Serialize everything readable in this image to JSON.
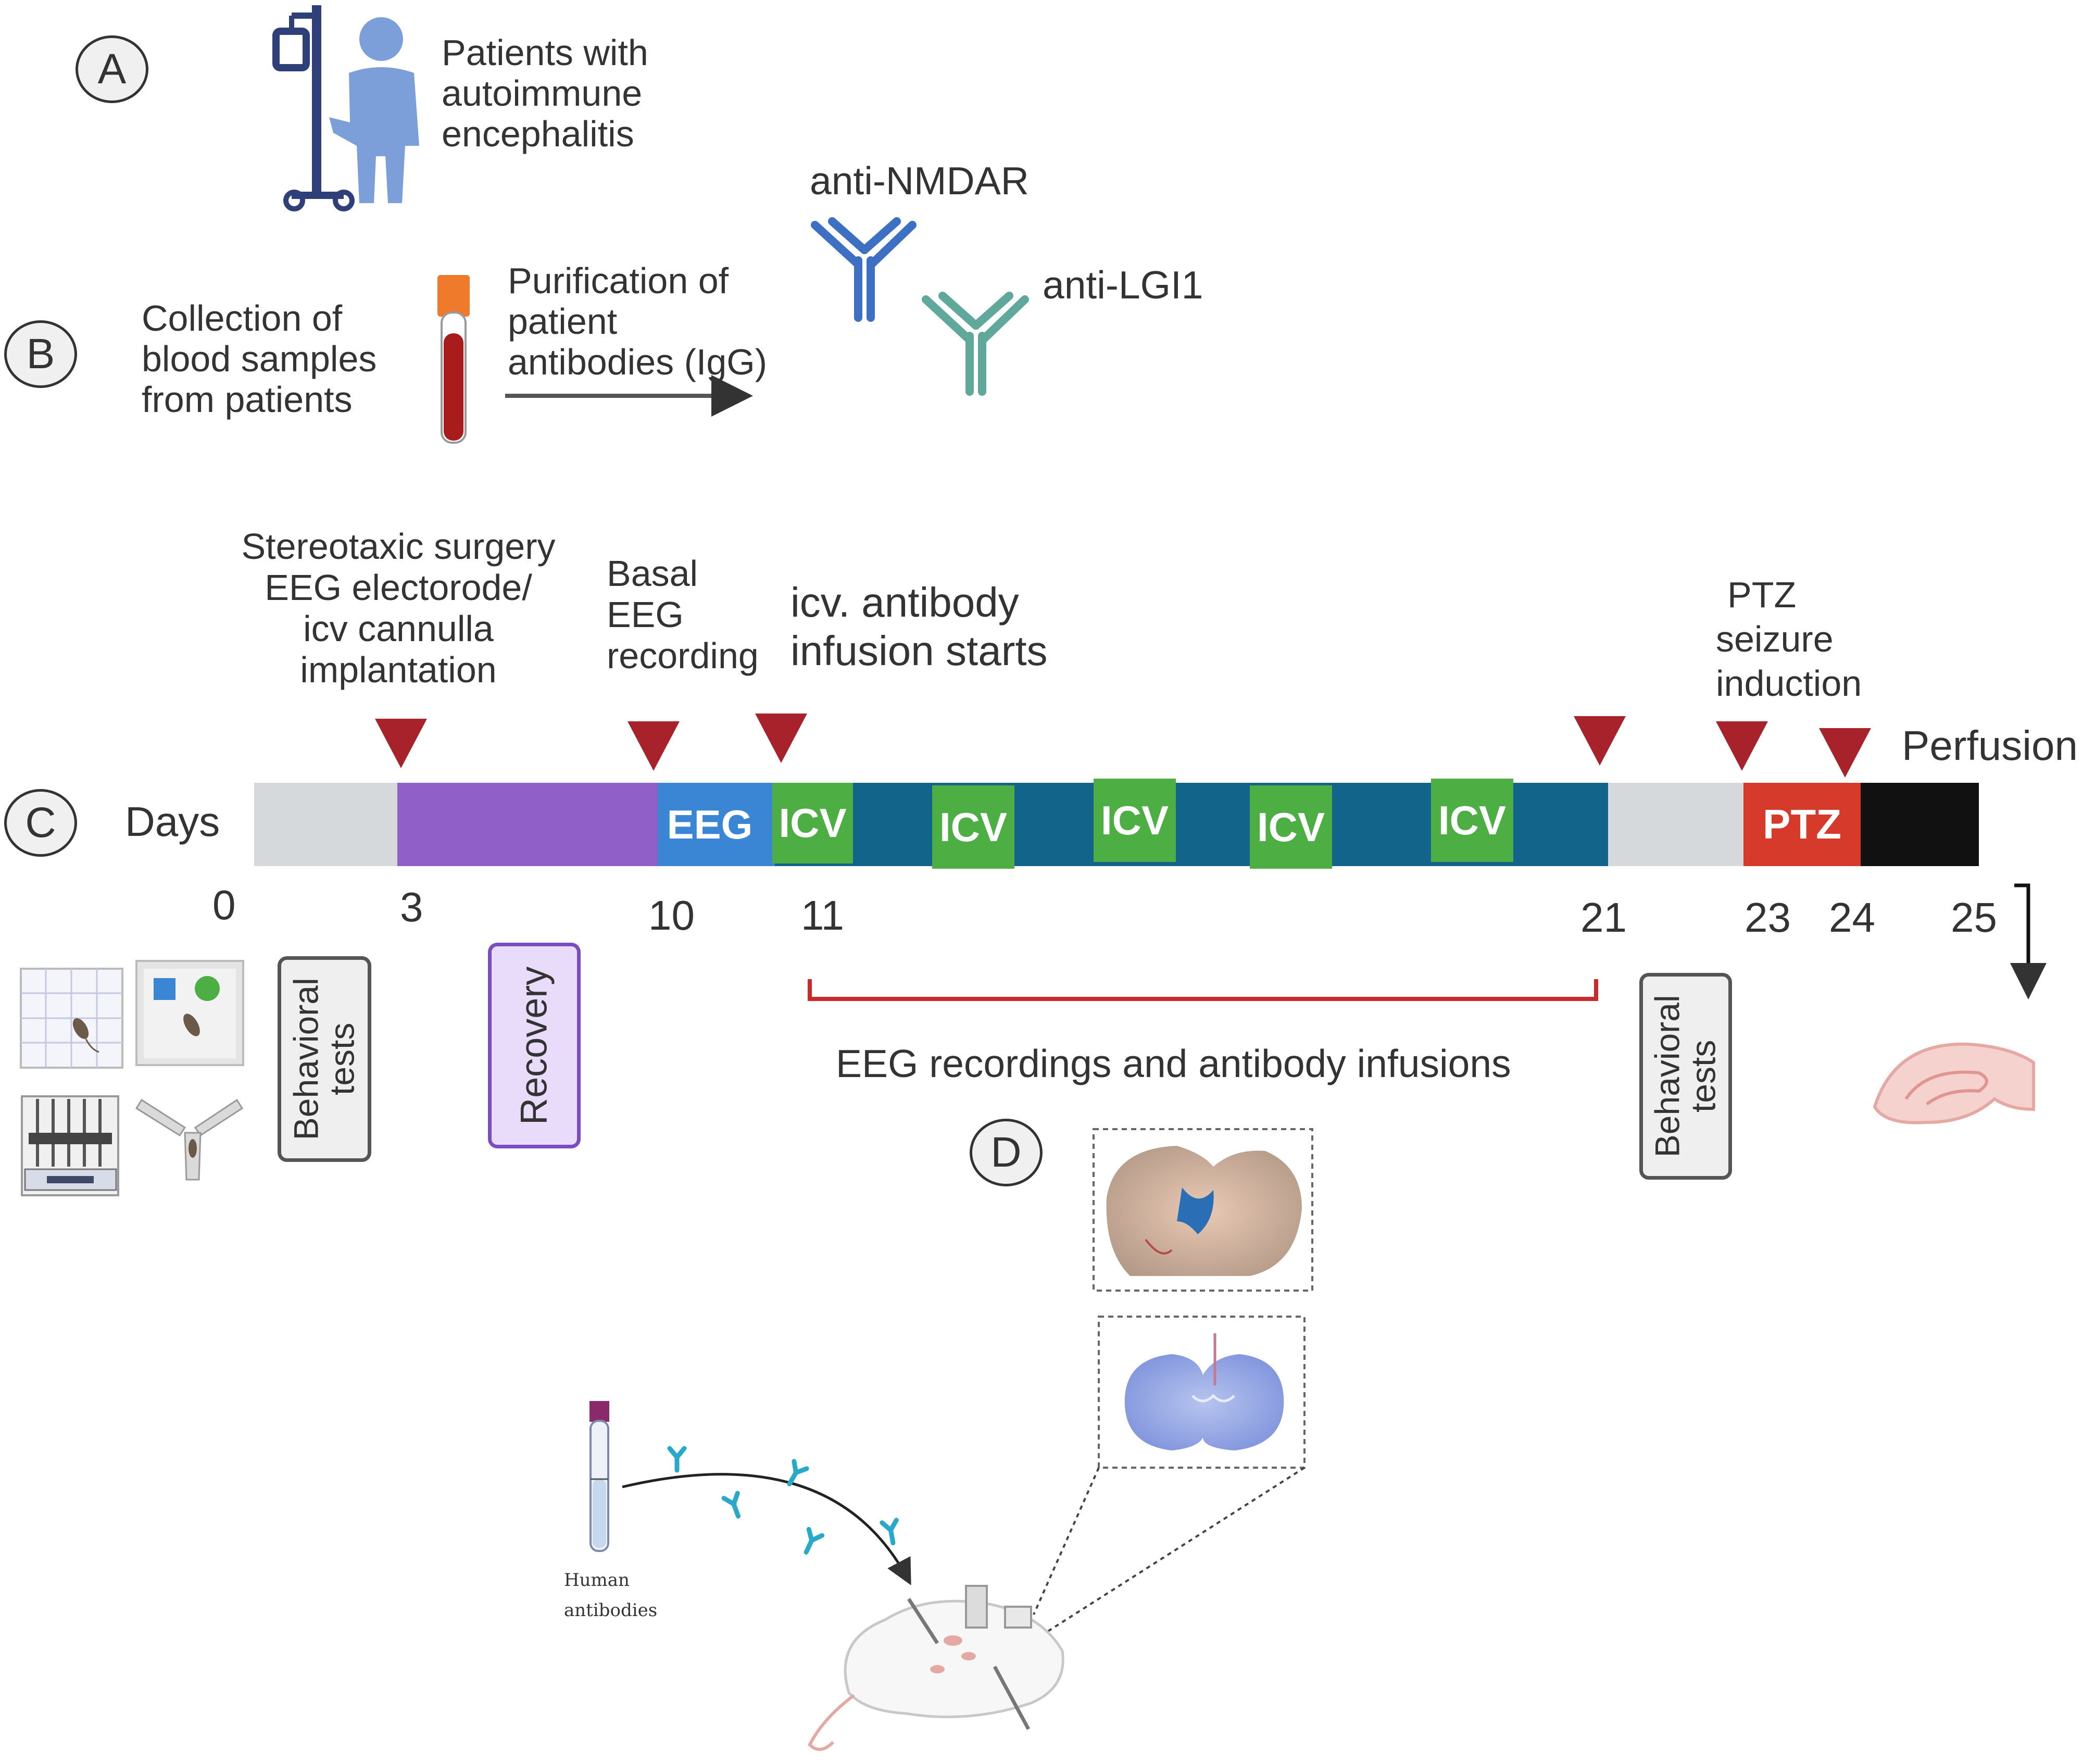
{
  "panels": {
    "a": "A",
    "b": "B",
    "c": "C",
    "d": "D"
  },
  "panel_a": {
    "text_lines": [
      "Patients with",
      "autoimmune",
      "encephalitis"
    ],
    "colors": {
      "patient": "#7d9fd9",
      "iv_stand": "#2f3f7a"
    }
  },
  "panel_b": {
    "collection_lines": [
      "Collection of",
      "blood samples",
      "from patients"
    ],
    "purification_lines": [
      "Purification of",
      "patient",
      "antibodies (IgG)"
    ],
    "antibody_1": "anti-NMDAR",
    "antibody_2": "anti-LGI1",
    "colors": {
      "nmdar": "#3d6fc2",
      "lgi1": "#5fa89b",
      "blood": "#a81c1c",
      "cap": "#f07a2c"
    }
  },
  "panel_c": {
    "days_label": "Days",
    "events": {
      "surgery_lines": [
        "Stereotaxic surgery",
        "EEG electorode/",
        "icv cannulla",
        "implantation"
      ],
      "basal_lines": [
        "Basal",
        "EEG",
        "recording"
      ],
      "infusion_lines": [
        "icv. antibody",
        "infusion starts"
      ],
      "ptz_lines": [
        "PTZ",
        "seizure",
        "induction"
      ],
      "perfusion": "Perfusion"
    },
    "day_ticks": [
      "0",
      "3",
      "10",
      "11",
      "21",
      "23",
      "24",
      "25"
    ],
    "segments": {
      "eeg": "EEG",
      "icv": [
        "ICV",
        "ICV",
        "ICV",
        "ICV",
        "ICV"
      ],
      "ptz": "PTZ"
    },
    "boxes": {
      "behavioral_1_lines": [
        "Behavioral",
        "tests"
      ],
      "recovery": "Recovery",
      "behavioral_2_lines": [
        "Behavioral",
        "tests"
      ]
    },
    "bracket_label": "EEG recordings and antibody infusions",
    "colors": {
      "grey": "#d6d9dc",
      "purple": "#9060c8",
      "eeg_blue": "#3a86d4",
      "teal": "#12648a",
      "icv_green": "#4cae43",
      "ptz_red": "#d63a2a",
      "black": "#111111",
      "marker": "#a8222c",
      "bracket": "#cc2a2a"
    }
  },
  "panel_d": {
    "tube_lines": [
      "Human",
      "antibodies"
    ],
    "antibody_color": "#29a9c9"
  }
}
